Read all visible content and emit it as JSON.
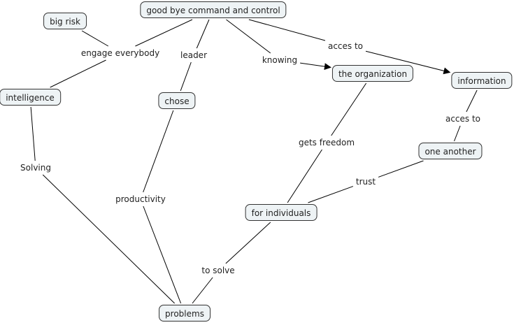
{
  "nodes": [
    {
      "id": "n0",
      "text": "good bye command and control"
    },
    {
      "id": "n1",
      "text": "big risk"
    },
    {
      "id": "n2",
      "text": "intelligence"
    },
    {
      "id": "n3",
      "text": "chose"
    },
    {
      "id": "n4",
      "text": "the organization"
    },
    {
      "id": "n5",
      "text": "information"
    },
    {
      "id": "n6",
      "text": "one another"
    },
    {
      "id": "n7",
      "text": "for individuals"
    },
    {
      "id": "n8",
      "text": "problems"
    }
  ],
  "linking_phrases": [
    {
      "id": "l0",
      "text": "engage everybody"
    },
    {
      "id": "l1",
      "text": "leader"
    },
    {
      "id": "l2",
      "text": "knowing"
    },
    {
      "id": "l3",
      "text": "acces to"
    },
    {
      "id": "l4",
      "text": "Solving"
    },
    {
      "id": "l5",
      "text": "productivity"
    },
    {
      "id": "l6",
      "text": "gets freedom"
    },
    {
      "id": "l7",
      "text": "acces to"
    },
    {
      "id": "l8",
      "text": "trust"
    },
    {
      "id": "l9",
      "text": "to solve"
    }
  ],
  "connections": [
    {
      "from": "n0",
      "to": "l0",
      "arrow": false
    },
    {
      "from": "n1",
      "to": "l0",
      "arrow": false
    },
    {
      "from": "l0",
      "to": "n2",
      "arrow": false
    },
    {
      "from": "n0",
      "to": "l1",
      "arrow": false
    },
    {
      "from": "l1",
      "to": "n3",
      "arrow": false
    },
    {
      "from": "n0",
      "to": "l2",
      "arrow": false
    },
    {
      "from": "l2",
      "to": "n4",
      "arrow": true
    },
    {
      "from": "n0",
      "to": "l3",
      "arrow": false
    },
    {
      "from": "l3",
      "to": "n5",
      "arrow": true
    },
    {
      "from": "n2",
      "to": "l4",
      "arrow": false
    },
    {
      "from": "l4",
      "to": "n8",
      "arrow": false
    },
    {
      "from": "n3",
      "to": "l5",
      "arrow": false
    },
    {
      "from": "l5",
      "to": "n8",
      "arrow": false
    },
    {
      "from": "n4",
      "to": "l6",
      "arrow": false
    },
    {
      "from": "l6",
      "to": "n7",
      "arrow": false
    },
    {
      "from": "n5",
      "to": "l7",
      "arrow": false
    },
    {
      "from": "l7",
      "to": "n6",
      "arrow": false
    },
    {
      "from": "n6",
      "to": "l8",
      "arrow": false
    },
    {
      "from": "l8",
      "to": "n7",
      "arrow": false
    },
    {
      "from": "n7",
      "to": "l9",
      "arrow": false
    },
    {
      "from": "l9",
      "to": "n8",
      "arrow": false
    }
  ]
}
